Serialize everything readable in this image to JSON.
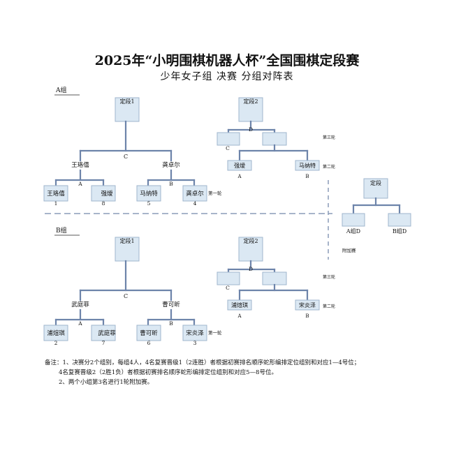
{
  "title": "2025年“小明围棋机器人杯”全国围棋定段赛",
  "subtitle": "少年女子组  决赛  分组对阵表",
  "colors": {
    "line": "#6d84aa",
    "box_fill": "#dbe8f3",
    "box_stroke": "#9fb6cc",
    "divider": "#8a9cb8"
  },
  "group_a": {
    "label": "A组",
    "main_final": "定段1",
    "main_semi_label": "C",
    "semis": [
      "王珞僖",
      "龚卓尔"
    ],
    "sub_labels": [
      "A",
      "B"
    ],
    "first_round": [
      {
        "name": "王珞僖",
        "seed": "1"
      },
      {
        "name": "强燰",
        "seed": "8"
      },
      {
        "name": "马纳特",
        "seed": "5"
      },
      {
        "name": "龚卓尔",
        "seed": "4"
      }
    ],
    "round_label": "第一轮",
    "second_bracket": {
      "final": "定段2",
      "top_label": "D",
      "left_label": "C",
      "entrants": [
        {
          "name": "强燰",
          "label": "A"
        },
        {
          "name": "马纳特",
          "label": "B"
        }
      ],
      "round3_label": "第三轮",
      "round2_label": "第二轮"
    }
  },
  "group_b": {
    "label": "B组",
    "main_final": "定段1",
    "main_semi_label": "C",
    "semis": [
      "武庭菲",
      "曹可昕"
    ],
    "sub_labels": [
      "A",
      "B"
    ],
    "first_round": [
      {
        "name": "浦煊琪",
        "seed": "2"
      },
      {
        "name": "武庭菲",
        "seed": "7"
      },
      {
        "name": "曹可昕",
        "seed": "6"
      },
      {
        "name": "宋炎泽",
        "seed": "3"
      }
    ],
    "round_label": "第一轮",
    "second_bracket": {
      "final": "定段2",
      "top_label": "D",
      "left_label": "C",
      "entrants": [
        {
          "name": "浦煊琪",
          "label": "A"
        },
        {
          "name": "宋炎泽",
          "label": "B"
        }
      ],
      "round3_label": "第三轮",
      "round2_label": "第二轮"
    }
  },
  "playoff": {
    "final": "定段",
    "entrants": [
      "A组D",
      "B组D"
    ],
    "label": "附加赛"
  },
  "notes": [
    "备注：1、决赛分2个组别，每组4人，4名复赛晋级1（2连胜）者根据初赛排名顺序蛇形编排定位组别和对应1—4号位；",
    "4名复赛晋级2（2胜1负）者根据初赛排名顺序蛇形编排定位组别和对应5—8号位。",
    "2、两个小组第3名进行1轮附加赛。"
  ]
}
